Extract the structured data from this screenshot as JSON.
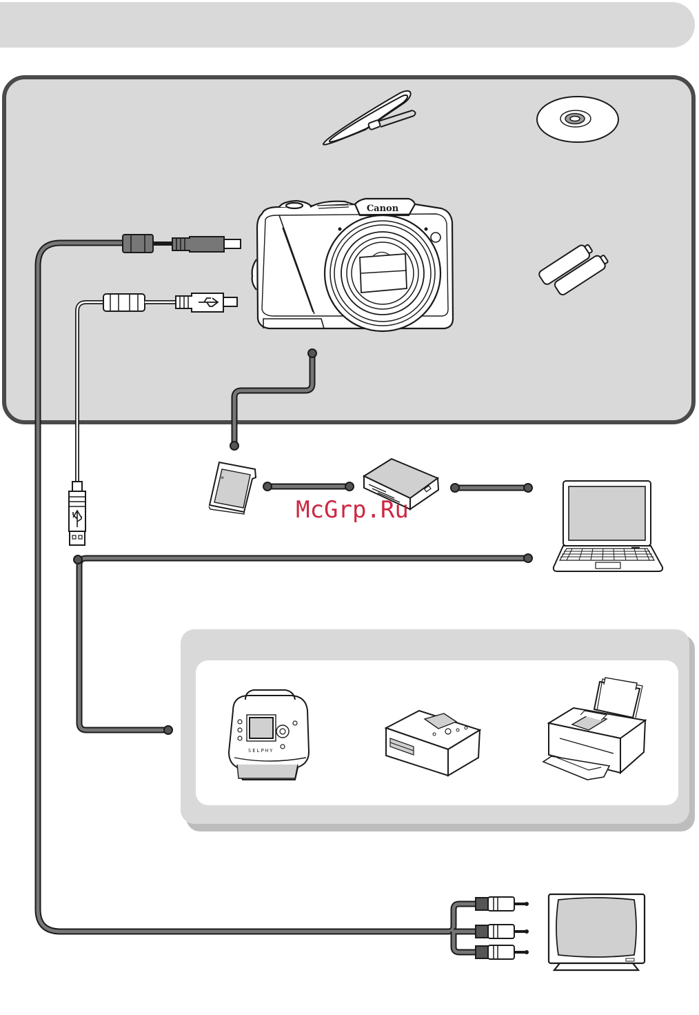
{
  "camera": {
    "brand": "Canon"
  },
  "printer": {
    "brand": "SELPHY"
  },
  "watermark": {
    "text": "McGrp.Ru"
  },
  "colors": {
    "panel": "#d9d9d9",
    "panel_border": "#4a4a4a",
    "cable": "#666666",
    "watermark": "#c8102e",
    "line": "#1a1a1a"
  },
  "icons": [
    "wrist-strap-icon",
    "cd-rom-icon",
    "batteries-icon",
    "camera-icon",
    "av-cable-icon",
    "interface-cable-icon",
    "memory-card-icon",
    "card-reader-icon",
    "laptop-computer-icon",
    "compact-photo-printer-icon",
    "desktop-photo-printer-icon",
    "inkjet-printer-icon",
    "television-icon"
  ]
}
